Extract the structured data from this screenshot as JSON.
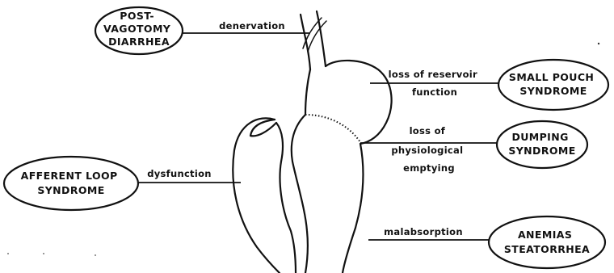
{
  "diagram": {
    "conditions": {
      "post_vagotomy": [
        "POST-",
        "VAGOTOMY",
        "DIARRHEA"
      ],
      "small_pouch": [
        "SMALL POUCH",
        "SYNDROME"
      ],
      "dumping": [
        "DUMPING",
        "SYNDROME"
      ],
      "afferent_loop": [
        "AFFERENT LOOP",
        "SYNDROME"
      ],
      "anemias": [
        "ANEMIAS",
        "STEATORRHEA"
      ]
    },
    "mechanisms": {
      "denervation": [
        "denervation"
      ],
      "reservoir": [
        "loss of reservoir",
        "function"
      ],
      "physiological": [
        "loss of",
        "physiological",
        "emptying"
      ],
      "dysfunction": [
        "dysfunction"
      ],
      "malabsorption": [
        "malabsorption"
      ]
    }
  }
}
